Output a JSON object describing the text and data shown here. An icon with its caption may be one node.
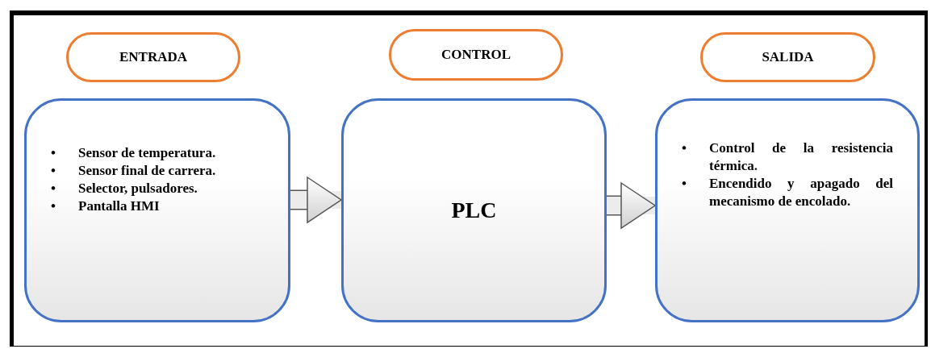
{
  "diagram": {
    "nodes": [
      {
        "text": [
          "ENTRADA"
        ]
      },
      {
        "text": [
          "CONTROL"
        ]
      },
      {
        "text": [
          "SALIDA"
        ]
      },
      {
        "text": [
          "• Sensor de temperatura.",
          "• Sensor final de carrera.",
          "• Selector, pulsadores.",
          "• Pantalla HMI"
        ]
      },
      {
        "text": [
          "PLC"
        ]
      },
      {
        "text": [
          "• Control de la resistencia térmica.",
          "• Encendido y apagado del mecanismo de encolado."
        ]
      }
    ],
    "edges": [
      {
        "from": 3,
        "to": 4,
        "arrow": "to"
      },
      {
        "from": 4,
        "to": 5,
        "arrow": "to"
      }
    ]
  }
}
